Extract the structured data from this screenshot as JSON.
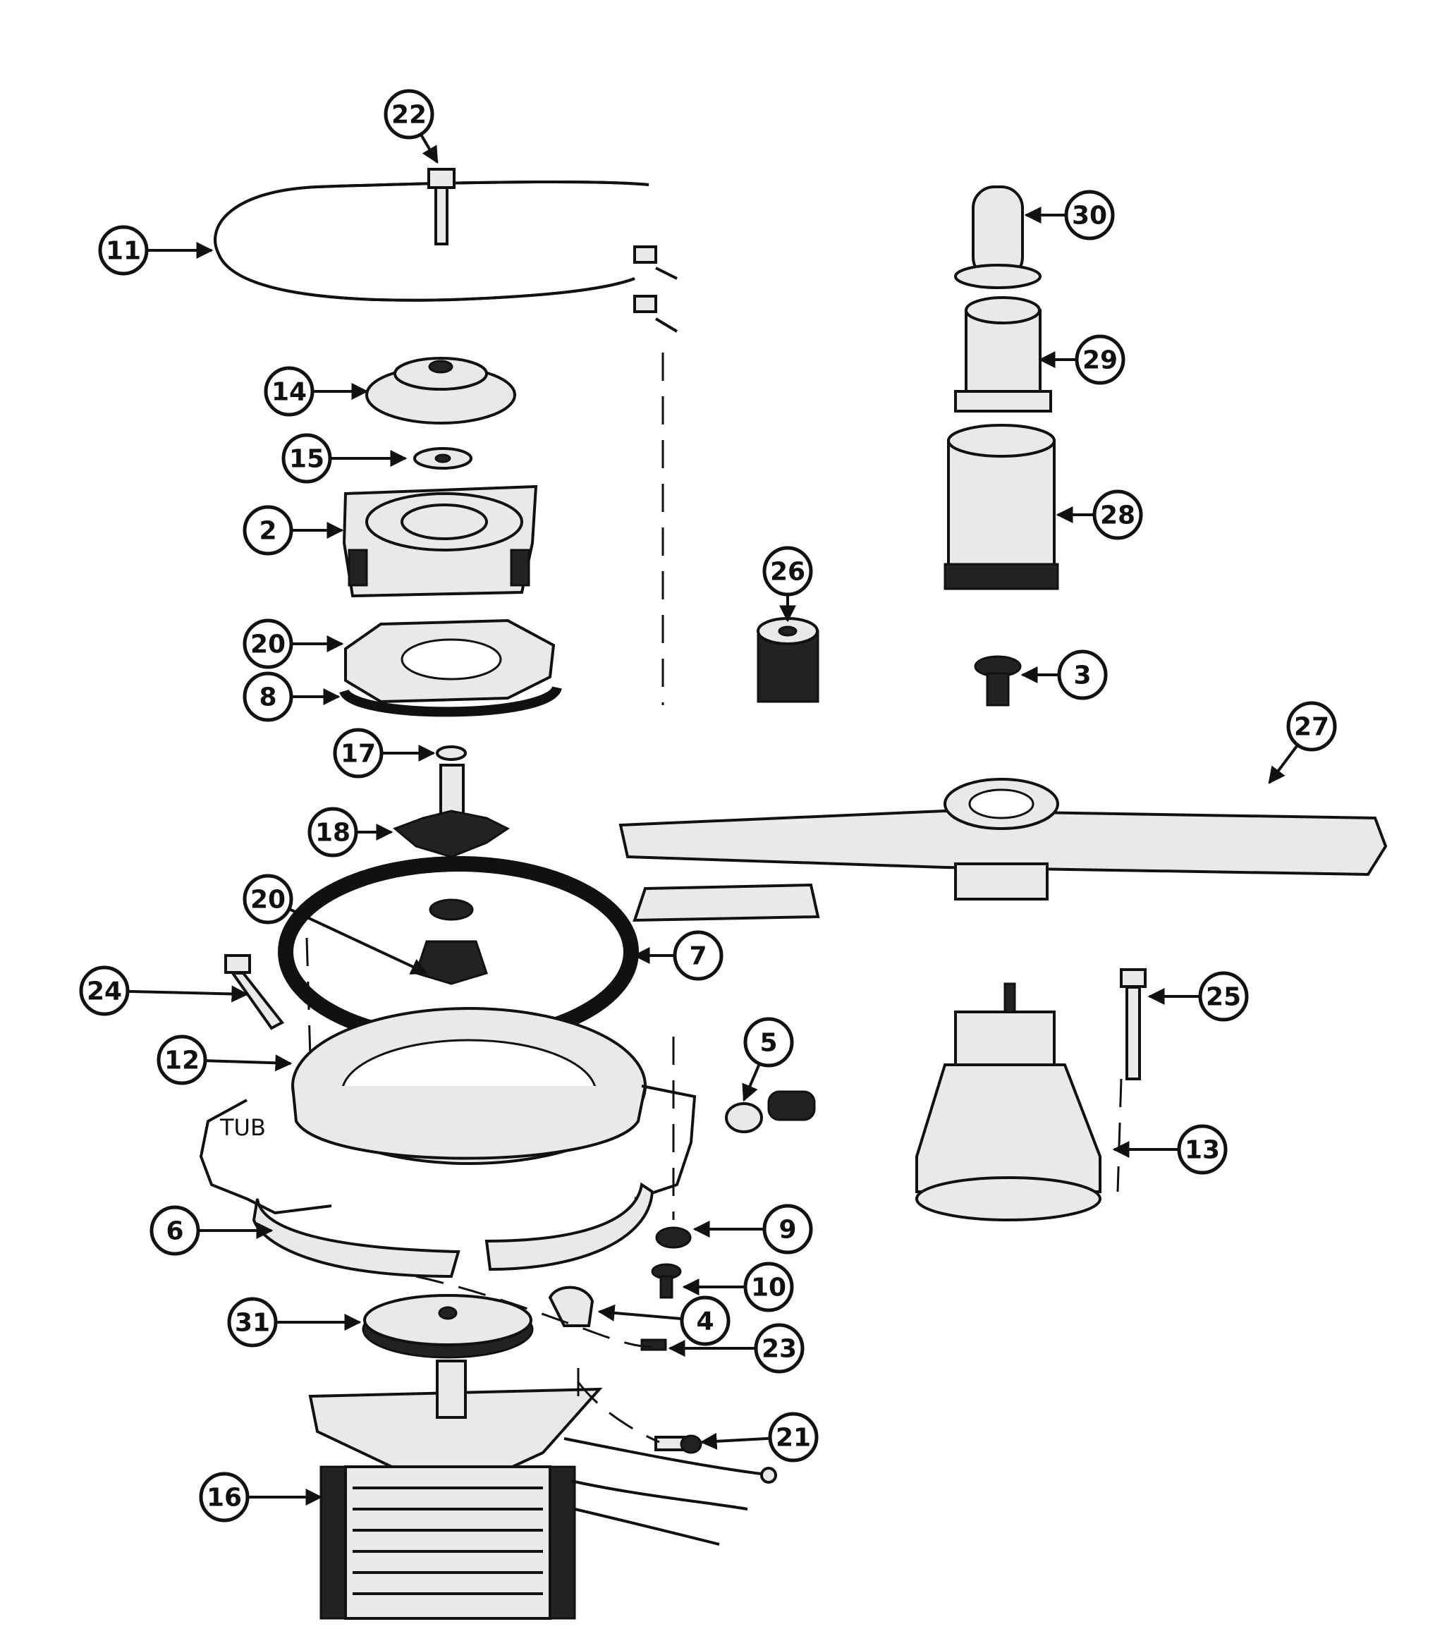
{
  "callouts": [
    {
      "id": "22",
      "label": "22"
    },
    {
      "id": "11",
      "label": "11"
    },
    {
      "id": "30",
      "label": "30"
    },
    {
      "id": "29",
      "label": "29"
    },
    {
      "id": "14",
      "label": "14"
    },
    {
      "id": "15",
      "label": "15"
    },
    {
      "id": "2",
      "label": "2"
    },
    {
      "id": "28",
      "label": "28"
    },
    {
      "id": "26",
      "label": "26"
    },
    {
      "id": "20a",
      "label": "20"
    },
    {
      "id": "8",
      "label": "8"
    },
    {
      "id": "3",
      "label": "3"
    },
    {
      "id": "27",
      "label": "27"
    },
    {
      "id": "17",
      "label": "17"
    },
    {
      "id": "18",
      "label": "18"
    },
    {
      "id": "20b",
      "label": "20"
    },
    {
      "id": "7",
      "label": "7"
    },
    {
      "id": "24",
      "label": "24"
    },
    {
      "id": "25",
      "label": "25"
    },
    {
      "id": "5",
      "label": "5"
    },
    {
      "id": "12",
      "label": "12"
    },
    {
      "id": "13",
      "label": "13"
    },
    {
      "id": "6",
      "label": "6"
    },
    {
      "id": "9",
      "label": "9"
    },
    {
      "id": "10",
      "label": "10"
    },
    {
      "id": "31",
      "label": "31"
    },
    {
      "id": "4",
      "label": "4"
    },
    {
      "id": "23",
      "label": "23"
    },
    {
      "id": "21",
      "label": "21"
    },
    {
      "id": "16",
      "label": "16"
    }
  ],
  "tub_label": "TUB",
  "colors": {
    "ink": "#111111",
    "fill": "#e9e9e9",
    "background": "#ffffff"
  }
}
